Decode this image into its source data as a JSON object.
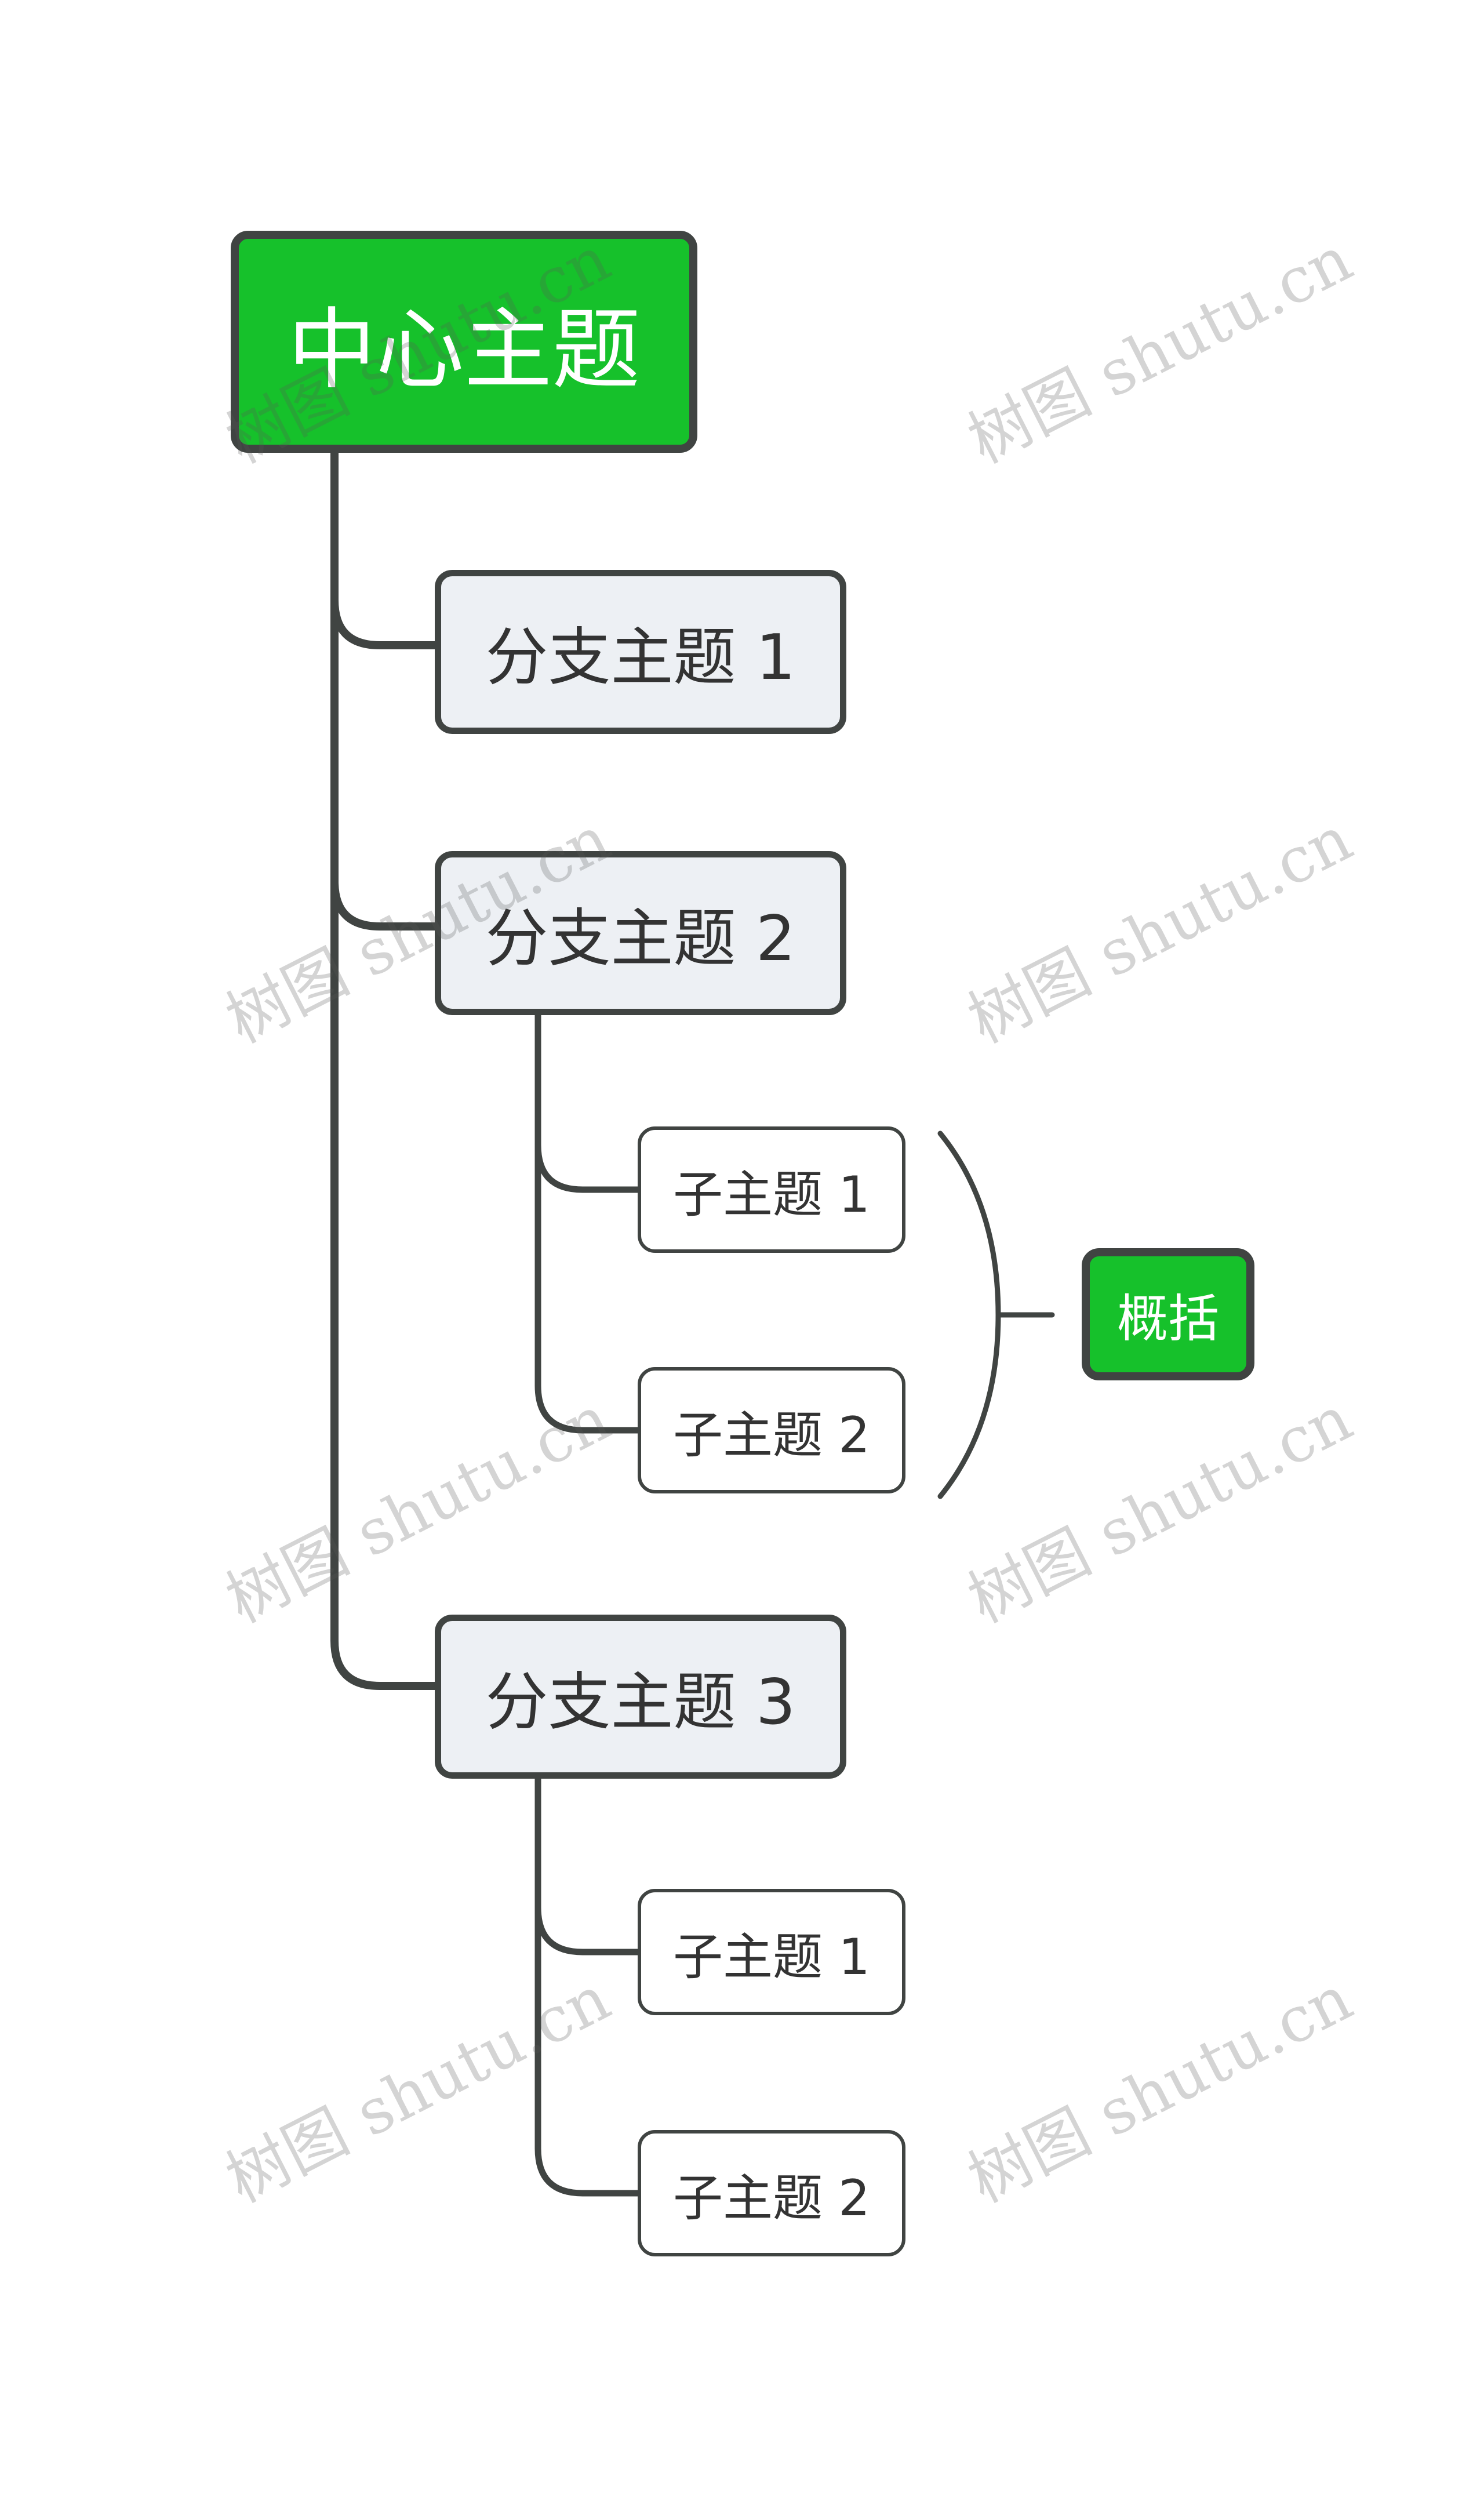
{
  "colors": {
    "central_fill": "#16c12b",
    "summary_fill": "#16c12b",
    "branch_fill": "#edf0f4",
    "subtopic_fill": "#ffffff",
    "line": "#404442"
  },
  "central_topic": "中心主题",
  "branches": [
    {
      "label": "分支主题 1",
      "children": []
    },
    {
      "label": "分支主题 2",
      "children": [
        "子主题 1",
        "子主题 2"
      ],
      "summary": "概括"
    },
    {
      "label": "分支主题 3",
      "children": [
        "子主题 1",
        "子主题 2"
      ]
    }
  ],
  "watermark": "树图 shutu.cn"
}
